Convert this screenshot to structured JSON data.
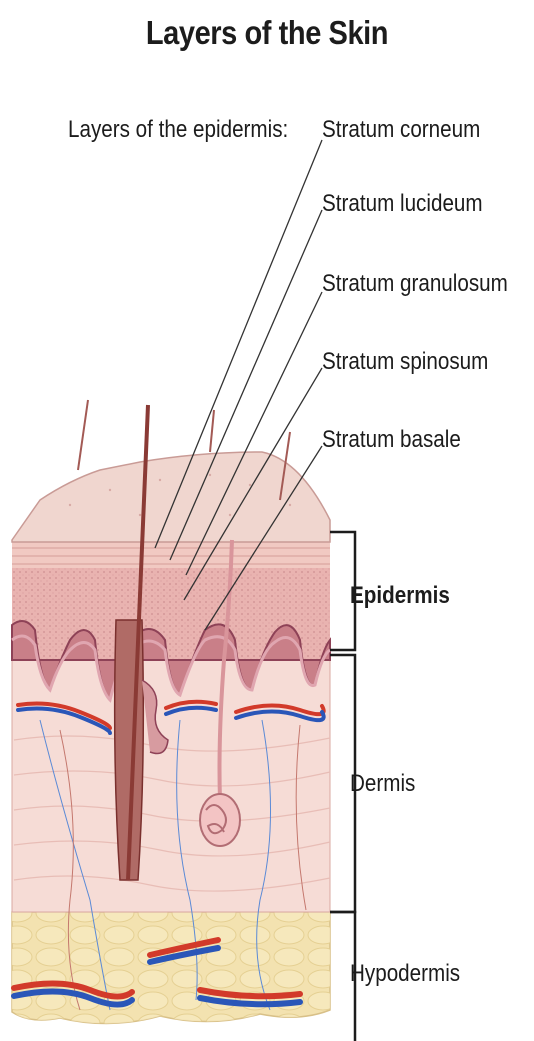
{
  "title": "Layers of the Skin",
  "epidermis_prefix": "Layers of the epidermis:",
  "epidermis_layers": [
    "Stratum corneum",
    "Stratum lucideum",
    "Stratum granulosum",
    "Stratum spinosum",
    "Stratum basale"
  ],
  "regions": {
    "epidermis": "Epidermis",
    "dermis": "Dermis",
    "hypodermis": "Hypodermis"
  },
  "colors": {
    "corneum": "#f0d6cf",
    "epidermis": "#e9b3b0",
    "basale": "#b4667a",
    "dermis": "#f6dcd6",
    "hypodermis": "#f3e2b0",
    "hair": "#8a3a35",
    "artery": "#d23a2a",
    "vein": "#2a56b8",
    "leader": "#333333"
  }
}
